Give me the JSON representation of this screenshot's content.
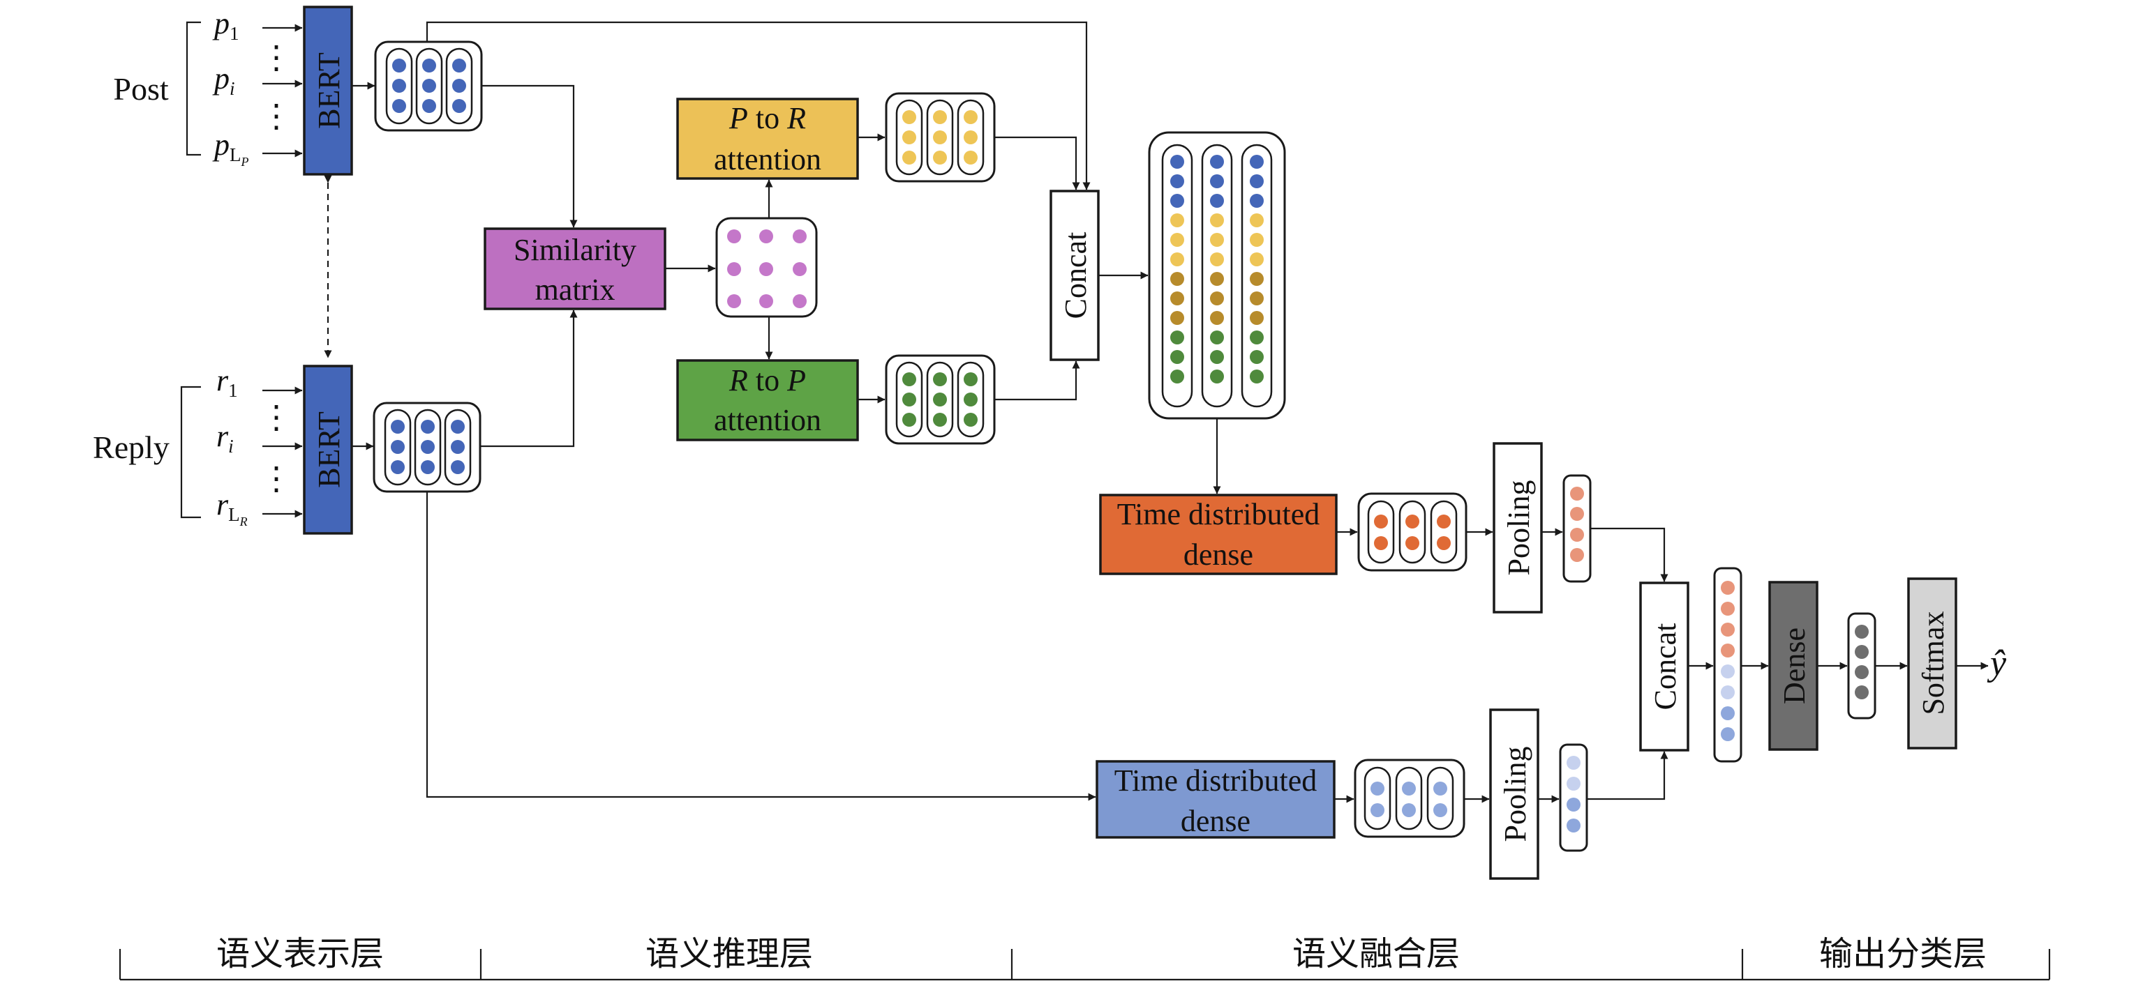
{
  "inputs": {
    "post_label": "Post",
    "reply_label": "Reply",
    "post_tokens": {
      "first": "p",
      "first_sub": "1",
      "mid": "p",
      "mid_sub": "i",
      "last": "p",
      "last_sub": "L",
      "last_subsub": "P"
    },
    "reply_tokens": {
      "first": "r",
      "first_sub": "1",
      "mid": "r",
      "mid_sub": "i",
      "last": "r",
      "last_sub": "L",
      "last_subsub": "R"
    },
    "ellipsis": "⋮"
  },
  "encoders": {
    "post_bert": "BERT",
    "reply_bert": "BERT"
  },
  "similarity": {
    "line1": "Similarity",
    "line2": "matrix"
  },
  "p_to_r": {
    "p": "P",
    "to": " to ",
    "r": "R",
    "line2": "attention"
  },
  "r_to_p": {
    "r": "R",
    "to": " to ",
    "p": "P",
    "line2": "attention"
  },
  "concat_main": "Concat",
  "td_top": {
    "line1": "Time distributed",
    "line2": "dense"
  },
  "td_bottom": {
    "line1": "Time distributed",
    "line2": "dense"
  },
  "pooling_top": "Pooling",
  "pooling_bottom": "Pooling",
  "concat_final": "Concat",
  "dense": "Dense",
  "softmax": "Softmax",
  "output": "ŷ",
  "layers": [
    "语义表示层",
    "语义推理层",
    "语义融合层",
    "输出分类层"
  ],
  "colors": {
    "bert": "#4466b8",
    "similarity": "#bd70c1",
    "p_to_r": "#ecc157",
    "r_to_p": "#5ea346",
    "td_top": "#e06a35",
    "td_bottom": "#7e99d1",
    "dense": "#6e6e6e",
    "softmax": "#d4d4d4",
    "dot_blue": "#4466b8",
    "dot_purple": "#c477c9",
    "dot_yellow": "#eec556",
    "dot_brown": "#b78b2b",
    "dot_green": "#4f8a3c",
    "dot_orange": "#e06a35",
    "dot_salmon": "#e8957a",
    "dot_lightblue": "#c6d1ee",
    "dot_midblue": "#8ea7dc",
    "dot_gray": "#6e6e6e"
  }
}
